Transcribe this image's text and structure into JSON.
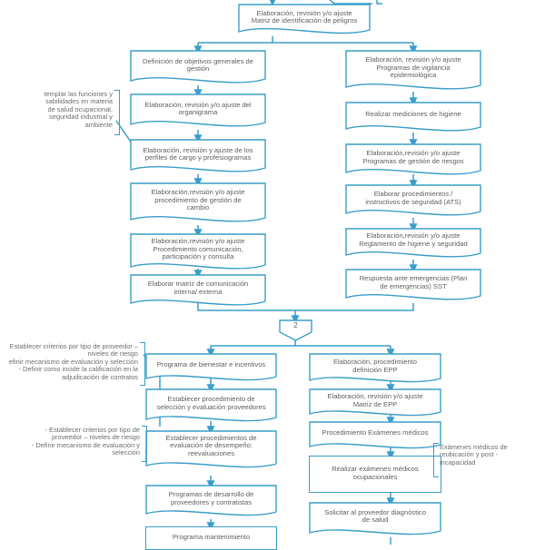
{
  "diagram": {
    "title": "Flujograma Sistema de Gestión SST",
    "colors": {
      "stroke": "#3a9ec9",
      "text": "#5d6063",
      "note_text": "#6b6e71",
      "background": "#ffffff"
    },
    "connectors": [
      {
        "id": "conn-2",
        "label": "2"
      }
    ],
    "nodes": [
      {
        "id": "n-matriz-peligros",
        "text": "Elaboración, revisión y/o ajuste\nMatriz de identificación de peligros"
      },
      {
        "id": "n-objetivos",
        "text": "Definición de objetivos generales de\ngestión"
      },
      {
        "id": "n-organigrama",
        "text": "Elaboración, revisión y/o ajuste del\norganigrama"
      },
      {
        "id": "n-perfiles",
        "text": "Elaboración, revisión y ajuste de los\nperfiles de cargo y profesiogramas"
      },
      {
        "id": "n-gestion-cambio",
        "text": "Elaboración,revisión y/o ajuste\nprocedimiento de gestión de\ncambio"
      },
      {
        "id": "n-comunicacion",
        "text": "Elaboración,revisión y/o ajuste\nProcedimiento comunicación,\nparticipación y consulta"
      },
      {
        "id": "n-matriz-comunicacion",
        "text": "Elaborar matriz de comunicación\ninterna/ externa"
      },
      {
        "id": "n-vigilancia",
        "text": "Elaboración, revisión y/o ajuste\nProgramas de vigilancia\nepidemiológica"
      },
      {
        "id": "n-mediciones-higiene",
        "text": "Realizar mediciones de higiene"
      },
      {
        "id": "n-gestion-riesgos",
        "text": "Elaboración,revisión y/o ajuste\nProgramas de gestión de riesgos"
      },
      {
        "id": "n-ats",
        "text": "Elaborar procedimientos /\ninstructivos de seguridad (ATS)"
      },
      {
        "id": "n-reglamento",
        "text": "Elaboración,revisión y/o ajuste\nReglamento de higiene y seguridad"
      },
      {
        "id": "n-emergencias",
        "text": "Respuesta ante emergencias (Plan\nde emergencias) SST"
      },
      {
        "id": "n-bienestar",
        "text": "Programa de bienestar e incentivos"
      },
      {
        "id": "n-seleccion-proveedores",
        "text": "Establecer procedimiento de\nselección y evaluación proveedores"
      },
      {
        "id": "n-desempeno",
        "text": "Establecer procedimientos de\nevaluación de desempeño;\nreevaluaciones"
      },
      {
        "id": "n-desarrollo-proveedores",
        "text": "Programas de desarrollo de\nproveedores y contratistas"
      },
      {
        "id": "n-mantenimiento",
        "text": "Programa mantenimiento"
      },
      {
        "id": "n-epp-proc",
        "text": "Elaboración, procedimiento\ndefinición EPP"
      },
      {
        "id": "n-matriz-epp",
        "text": "Elaboración, revisión y/o ajuste\nMatriz de EPP"
      },
      {
        "id": "n-examenes-proc",
        "text": "Procedimiento Exámenes médicos"
      },
      {
        "id": "n-examenes-ocup",
        "text": "Realizar exámenes médicos\nocupacionales"
      },
      {
        "id": "n-diagnostico-salud",
        "text": "Solicitar al proveedor diagnóstico\nde salud"
      }
    ],
    "notes": [
      {
        "id": "note-funciones",
        "align": "right",
        "text": "templar las funciones y\nsabilidades en materia\nde salud ocupacional,\nseguridad industrial y\nambiente"
      },
      {
        "id": "note-criterios-proveedor-top",
        "align": "right",
        "text": "Establecer criterios por tipo de proveedor –\nniveles de riesgo\nefinir mecanismo de evaluación y selección\n- Definir como incide la calificación en la\nadjudicación de contratos"
      },
      {
        "id": "note-criterios-proveedor-bottom",
        "align": "right",
        "text": "- Establecer criterios por tipo de\nproveedor – niveles de riesgo\n- Definir mecanismo de evaluación y\nselección"
      },
      {
        "id": "note-examenes-reubicacion",
        "align": "left",
        "text": "Exámenes médicos de\nreubicación y post -\nincapacidad"
      }
    ]
  }
}
